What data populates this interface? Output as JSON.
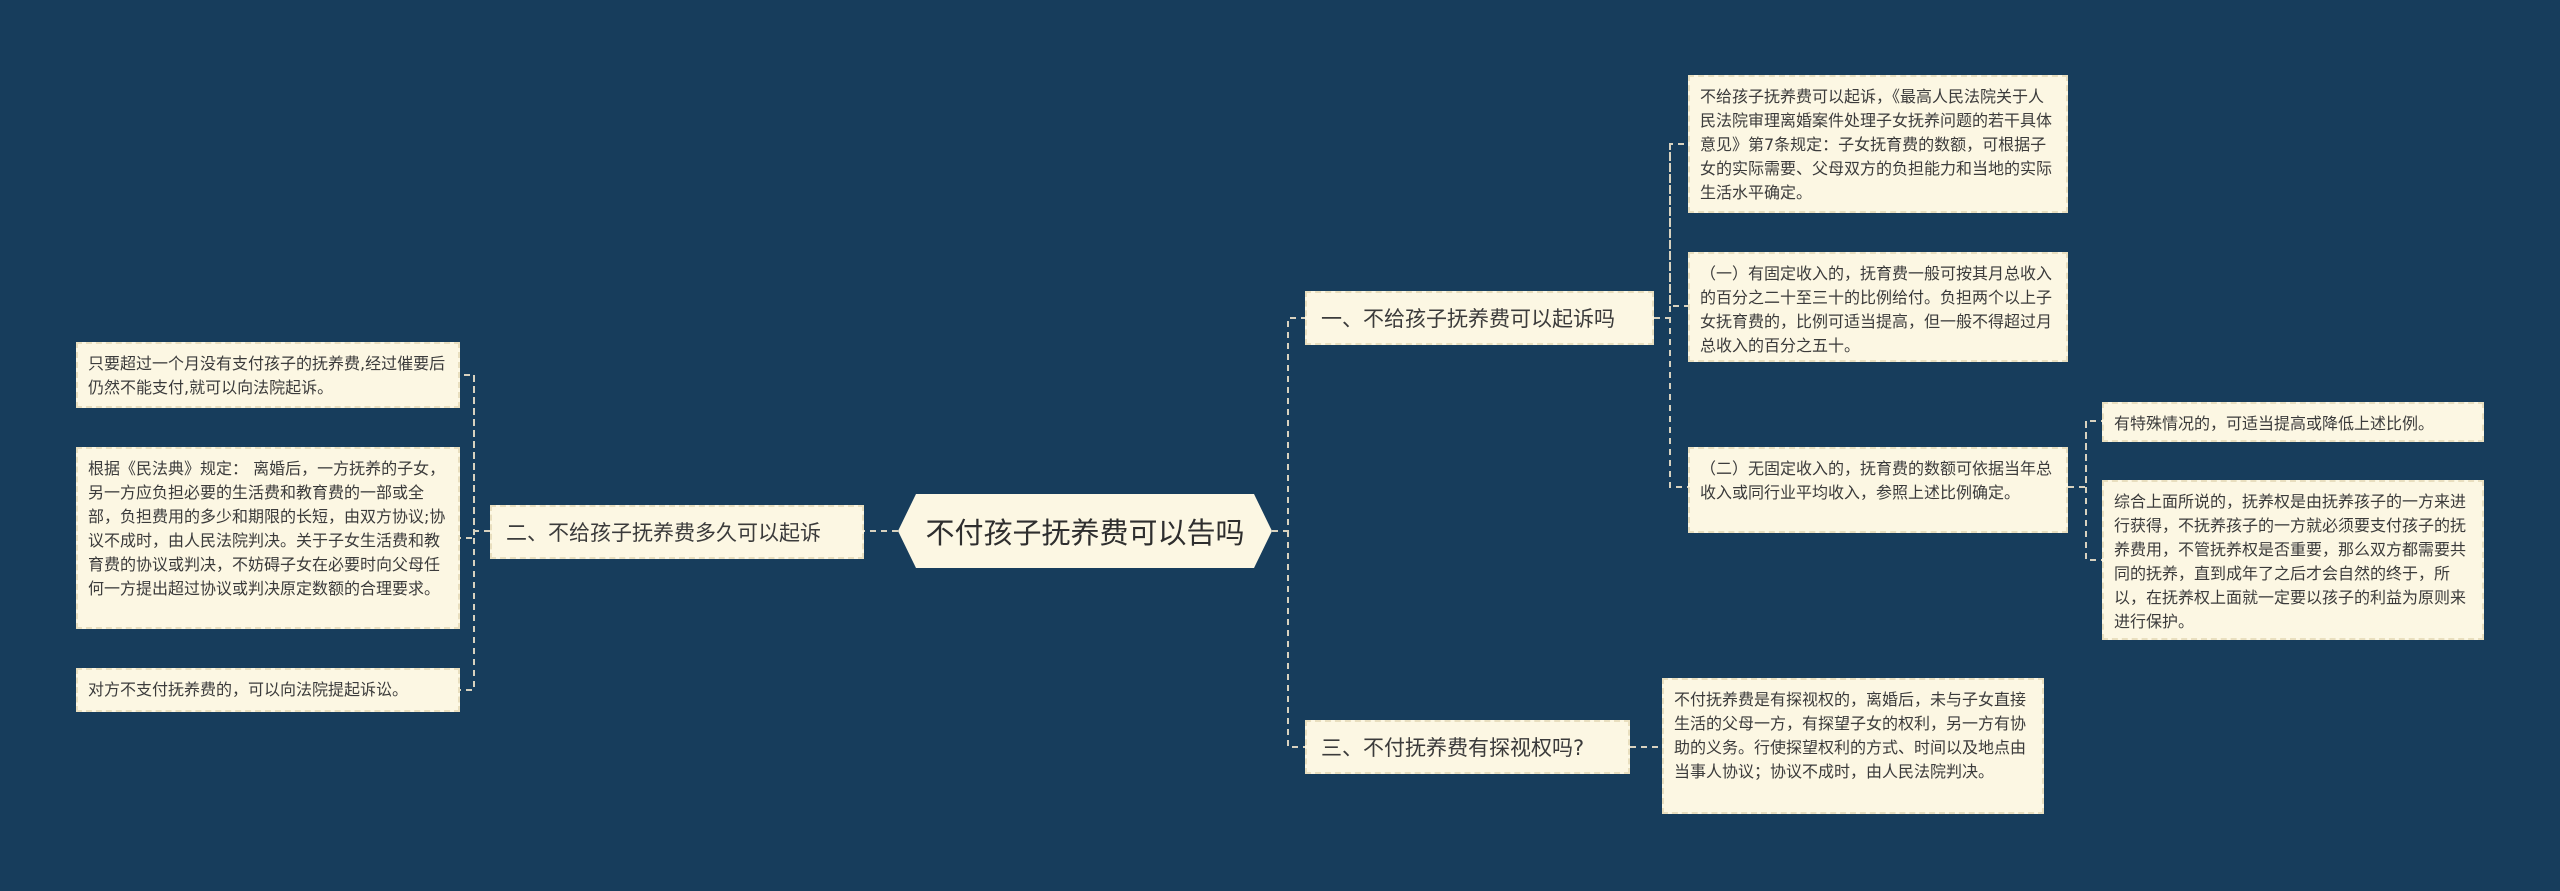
{
  "root": {
    "label": "不付孩子抚养费可以告吗"
  },
  "branches": [
    {
      "id": "b1",
      "label": "一、不给孩子抚养费可以起诉吗",
      "children": [
        {
          "text": "不给孩子抚养费可以起诉，《最高人民法院关于人民法院审理离婚案件处理子女抚养问题的若干具体意见》第7条规定：子女抚育费的数额，可根据子女的实际需要、父母双方的负担能力和当地的实际生活水平确定。"
        },
        {
          "text": "（一）有固定收入的，抚育费一般可按其月总收入的百分之二十至三十的比例给付。负担两个以上子女抚育费的，比例可适当提高，但一般不得超过月总收入的百分之五十。"
        },
        {
          "text": "（二）无固定收入的，抚育费的数额可依据当年总收入或同行业平均收入，参照上述比例确定。",
          "children": [
            {
              "text": "有特殊情况的，可适当提高或降低上述比例。"
            },
            {
              "text": "综合上面所说的，抚养权是由抚养孩子的一方来进行获得，不抚养孩子的一方就必须要支付孩子的抚养费用，不管抚养权是否重要，那么双方都需要共同的抚养，直到成年了之后才会自然的终于，所以，在抚养权上面就一定要以孩子的利益为原则来进行保护。"
            }
          ]
        }
      ]
    },
    {
      "id": "b2",
      "label": "二、不给孩子抚养费多久可以起诉",
      "children": [
        {
          "text": "只要超过一个月没有支付孩子的抚养费,经过催要后仍然不能支付,就可以向法院起诉。"
        },
        {
          "text": "根据《民法典》规定： 离婚后，一方抚养的子女，另一方应负担必要的生活费和教育费的一部或全部，负担费用的多少和期限的长短，由双方协议;协议不成时，由人民法院判决。关于子女生活费和教育费的协议或判决，不妨碍子女在必要时向父母任何一方提出超过协议或判决原定数额的合理要求。"
        },
        {
          "text": "对方不支付抚养费的，可以向法院提起诉讼。"
        }
      ]
    },
    {
      "id": "b3",
      "label": "三、不付抚养费有探视权吗?",
      "children": [
        {
          "text": "不付抚养费是有探视权的，离婚后，未与子女直接生活的父母一方，有探望子女的权利，另一方有协助的义务。行使探望权利的方式、时间以及地点由当事人协议；协议不成时，由人民法院判决。"
        }
      ]
    }
  ]
}
